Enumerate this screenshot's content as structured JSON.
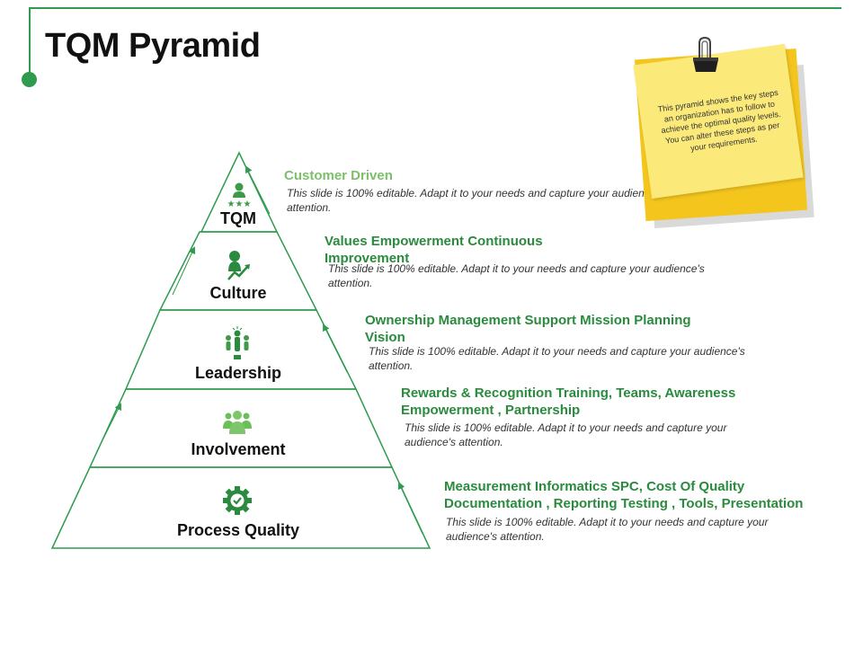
{
  "title": "TQM Pyramid",
  "colors": {
    "accent": "#2e9b4e",
    "heading_green": "#2a8a3e",
    "light_green": "#7dbf6a",
    "icon_green": "#3e9a48",
    "note_yellow": "#fbe97a",
    "note_gold": "#f3c51d"
  },
  "tiers": [
    {
      "label": "TQM",
      "icon": "award-person-icon"
    },
    {
      "label": "Culture",
      "icon": "growth-person-icon"
    },
    {
      "label": "Leadership",
      "icon": "leader-group-icon"
    },
    {
      "label": "Involvement",
      "icon": "team-icon"
    },
    {
      "label": "Process Quality",
      "icon": "gear-check-icon"
    }
  ],
  "blocks": [
    {
      "heading": "Customer Driven",
      "text": "This slide is 100% editable. Adapt it to your needs and capture your audience's attention."
    },
    {
      "heading": "Values Empowerment Continuous Improvement",
      "text": "This slide is 100% editable. Adapt it to your needs and capture your audience's attention."
    },
    {
      "heading": "Ownership Management Support Mission Planning Vision",
      "text": "This slide is 100% editable. Adapt it to your needs and capture your audience's attention."
    },
    {
      "heading": "Rewards & Recognition Training, Teams, Awareness Empowerment , Partnership",
      "text": "This slide is 100% editable. Adapt it to your needs and capture your audience's attention."
    },
    {
      "heading": "Measurement Informatics SPC, Cost Of Quality Documentation , Reporting Testing , Tools, Presentation",
      "text": "This slide is 100% editable. Adapt it to your needs and capture your audience's attention."
    }
  ],
  "note": {
    "text": "This pyramid shows the key steps an organization has to follow to achieve the optimal quality levels. You can alter these steps as per your requirements.",
    "icon": "binder-clip-icon"
  }
}
